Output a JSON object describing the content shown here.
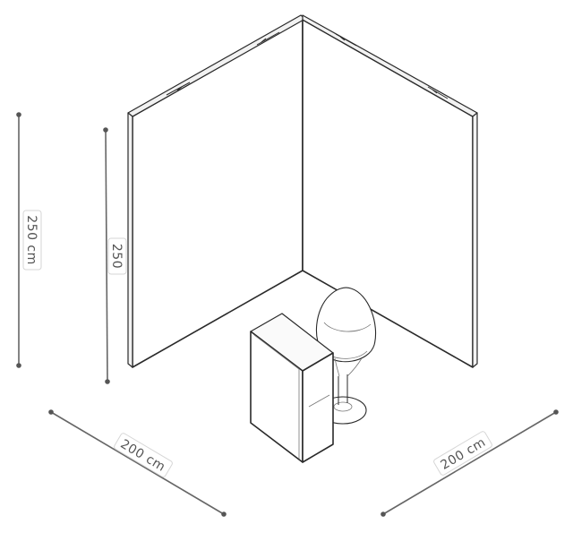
{
  "dimensions": {
    "overall_height": "250 cm",
    "wall_height": "250",
    "width_left": "200 cm",
    "width_right": "200 cm"
  },
  "colors": {
    "background": "#ffffff",
    "line": "#2a2a2a",
    "dimension": "#666666"
  }
}
